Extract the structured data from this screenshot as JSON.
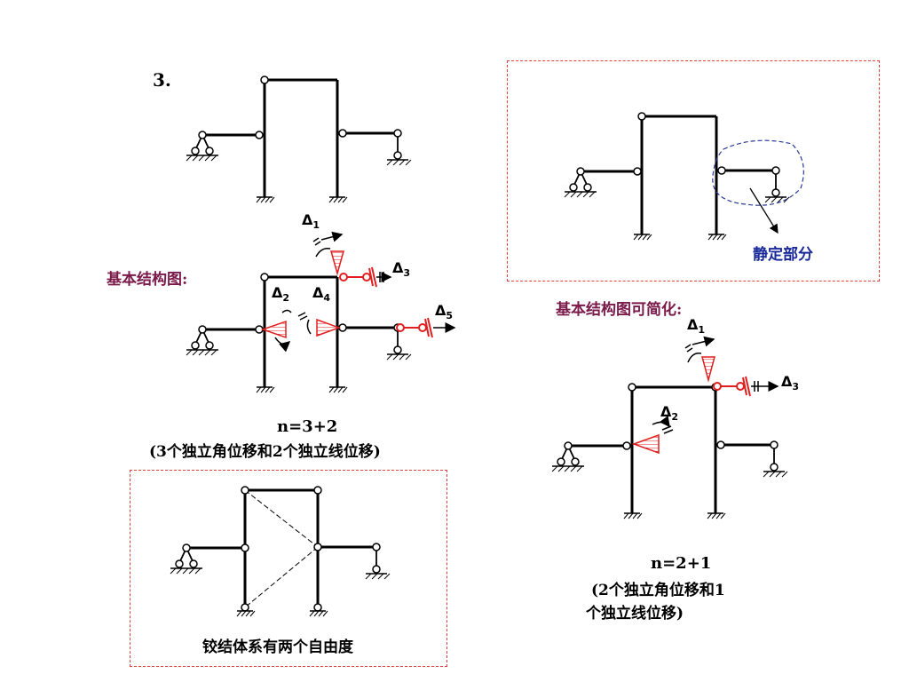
{
  "problem_number": "3.",
  "labels": {
    "basic_structure": "基本结构图:",
    "simplified": "基本结构图可简化:",
    "statically_determinate": "静定部分",
    "n_left": "n=3+2",
    "n_left_note": "(3个独立角位移和2个独立线位移)",
    "n_right": "n=2+1",
    "n_right_note_1": "(2个独立角位移和1",
    "n_right_note_2": "个独立线位移)",
    "hinged_system": "铰结体系有两个自由度"
  },
  "displacements": {
    "d1": "Δ",
    "d1_sub": "1",
    "d2": "Δ",
    "d2_sub": "2",
    "d3": "Δ",
    "d3_sub": "3",
    "d4": "Δ",
    "d4_sub": "4",
    "d5": "Δ",
    "d5_sub": "5",
    "r1": "Δ",
    "r1_sub": "1",
    "r2": "Δ",
    "r2_sub": "2",
    "r3": "Δ",
    "r3_sub": "3"
  },
  "colors": {
    "restraint": "#e02020",
    "label_purple": "#7a1a4a",
    "label_blue": "#1a2a9a",
    "frame_box": "#e0403c",
    "region_outline": "#2a3a9a"
  }
}
